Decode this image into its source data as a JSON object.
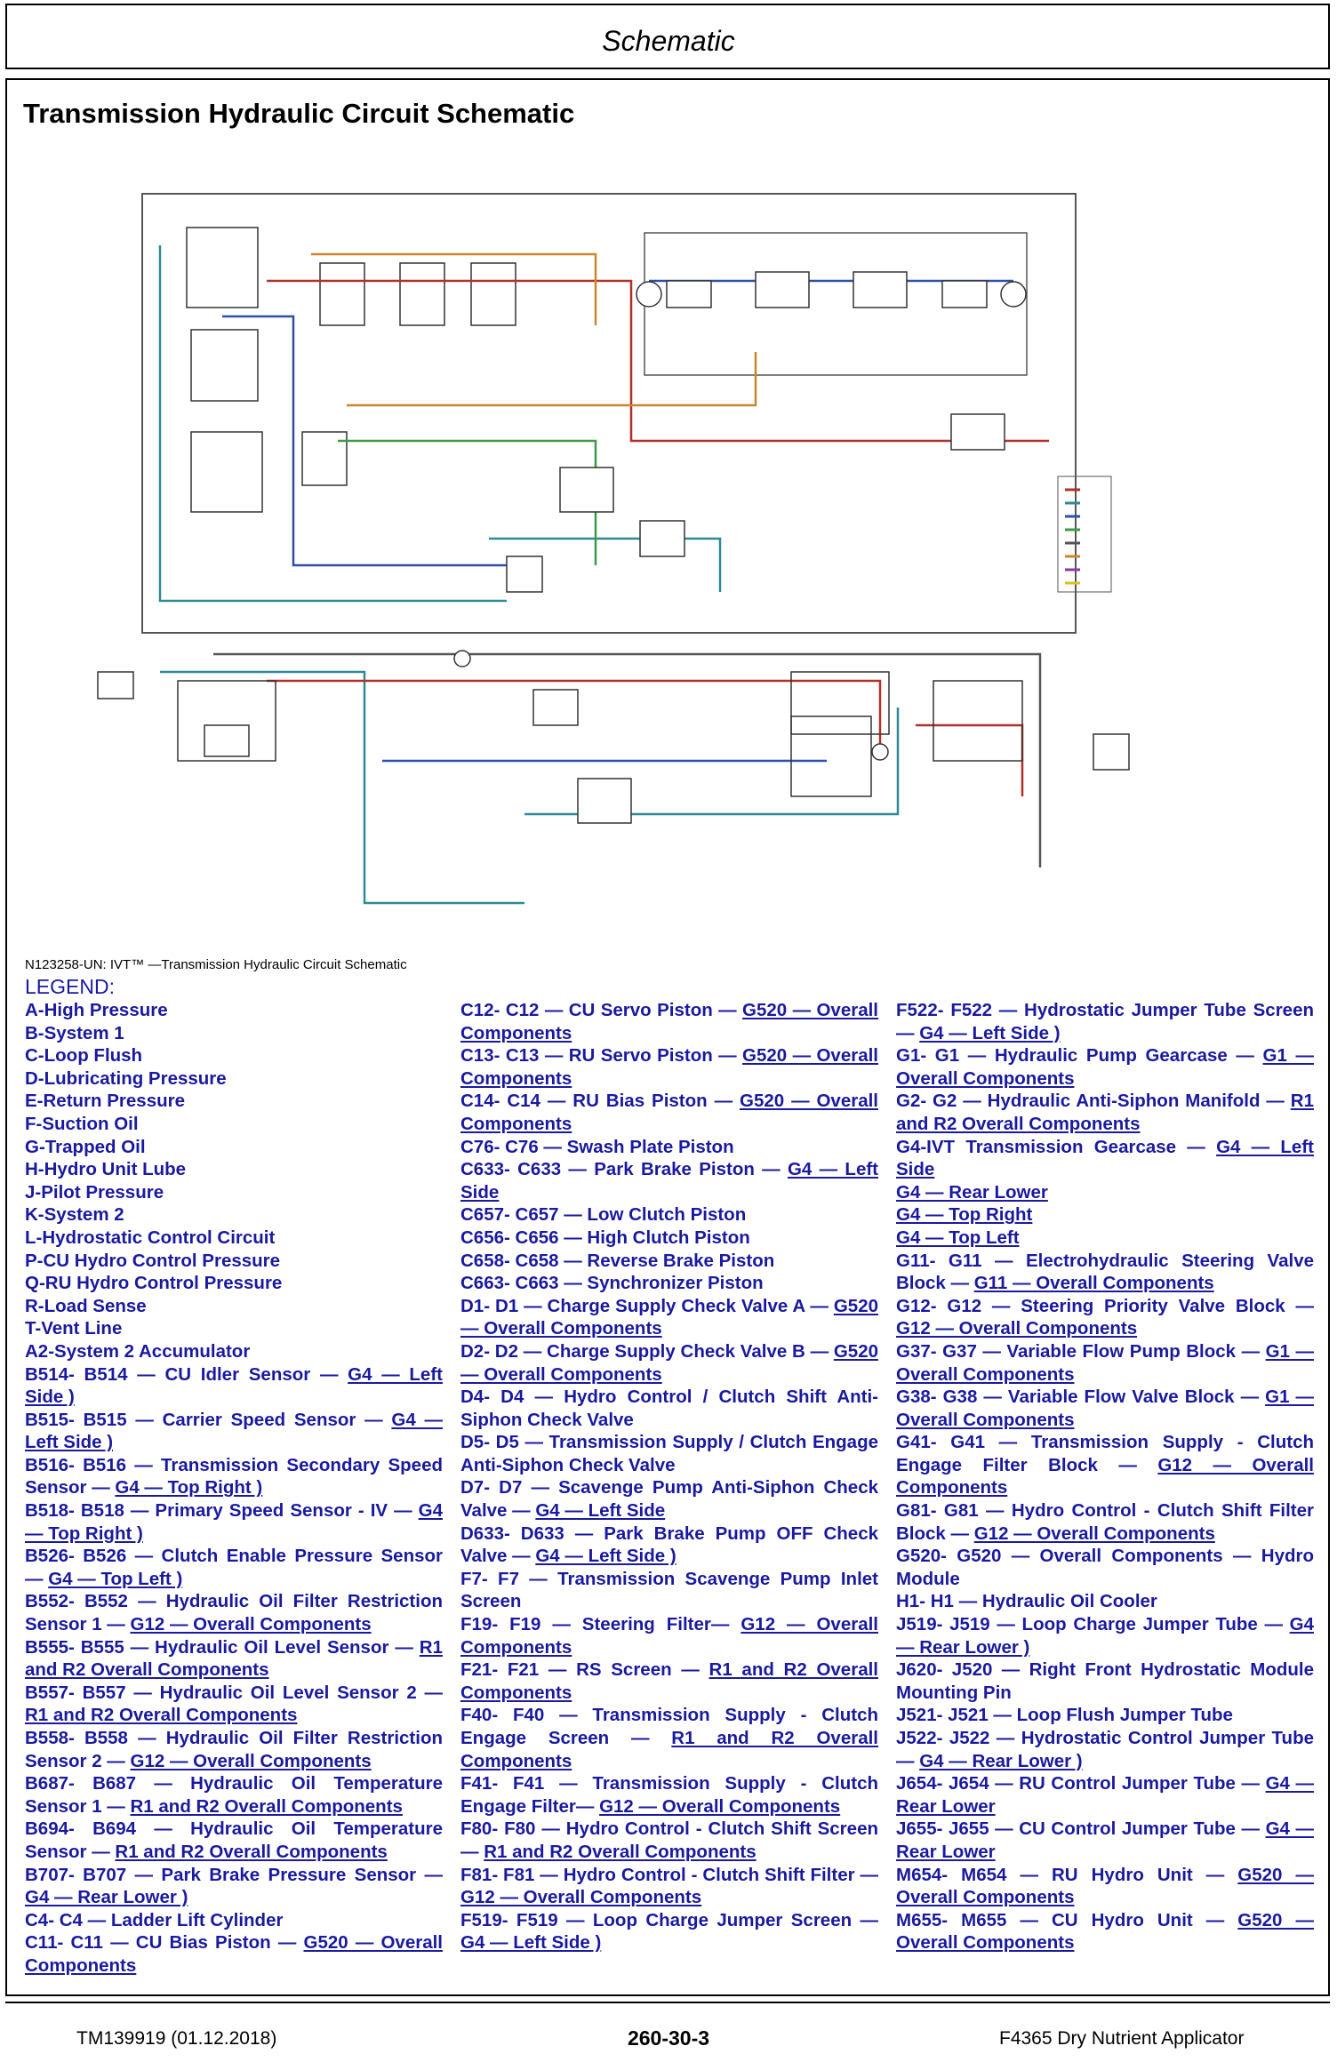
{
  "header": {
    "section": "Schematic"
  },
  "title": "Transmission Hydraulic Circuit Schematic",
  "figure": {
    "caption": "N123258-UN: IVT™ —Transmission Hydraulic Circuit Schematic"
  },
  "colors": {
    "legend_text": "#1a1aa0",
    "pressure_red": "#b0302a",
    "system_teal": "#2e8a96",
    "pilot_orange": "#c9862d",
    "loop_blue": "#2d4fa8",
    "lube_green": "#3c9a45",
    "return_gray": "#555555"
  },
  "legend": {
    "heading": "LEGEND:",
    "columns": [
      [
        {
          "text": "A-High Pressure",
          "ref": ""
        },
        {
          "text": "B-System 1",
          "ref": ""
        },
        {
          "text": "C-Loop Flush",
          "ref": ""
        },
        {
          "text": "D-Lubricating Pressure",
          "ref": ""
        },
        {
          "text": "E-Return Pressure",
          "ref": ""
        },
        {
          "text": "F-Suction Oil",
          "ref": ""
        },
        {
          "text": "G-Trapped Oil",
          "ref": ""
        },
        {
          "text": "H-Hydro Unit Lube",
          "ref": ""
        },
        {
          "text": "J-Pilot Pressure",
          "ref": ""
        },
        {
          "text": "K-System 2",
          "ref": ""
        },
        {
          "text": "L-Hydrostatic Control Circuit",
          "ref": ""
        },
        {
          "text": "P-CU Hydro Control Pressure",
          "ref": ""
        },
        {
          "text": "Q-RU Hydro Control Pressure",
          "ref": ""
        },
        {
          "text": "R-Load Sense",
          "ref": ""
        },
        {
          "text": "T-Vent Line",
          "ref": ""
        },
        {
          "text": "A2-System 2 Accumulator",
          "ref": ""
        },
        {
          "text": "B514- B514 — CU Idler Sensor — ",
          "ref": "G4 — Left Side )"
        },
        {
          "text": "B515- B515 — Carrier Speed Sensor — ",
          "ref": "G4 — Left Side )"
        },
        {
          "text": "B516- B516 — Transmission Secondary Speed Sensor — ",
          "ref": "G4 — Top Right )"
        },
        {
          "text": "B518- B518 — Primary Speed Sensor - IV — ",
          "ref": "G4 — Top Right )"
        },
        {
          "text": "B526- B526 — Clutch Enable Pressure Sensor — ",
          "ref": "G4 — Top Left )"
        },
        {
          "text": "B552- B552 — Hydraulic Oil Filter Restriction Sensor 1 — ",
          "ref": "G12 — Overall Components"
        },
        {
          "text": "B555- B555 — Hydraulic Oil Level Sensor — ",
          "ref": "R1 and R2 Overall Components"
        },
        {
          "text": "B557- B557 — Hydraulic Oil Level Sensor 2 — ",
          "ref": "R1 and R2 Overall Components"
        },
        {
          "text": "B558- B558 — Hydraulic Oil Filter Restriction Sensor 2 — ",
          "ref": "G12 — Overall Components"
        },
        {
          "text": "B687- B687 — Hydraulic Oil Temperature Sensor 1 — ",
          "ref": "R1 and R2 Overall Components"
        },
        {
          "text": "B694- B694 — Hydraulic Oil Temperature Sensor — ",
          "ref": "R1 and R2 Overall Components"
        },
        {
          "text": "B707- B707 — Park Brake Pressure Sensor — ",
          "ref": "G4 — Rear Lower )"
        },
        {
          "text": "C4- C4 — Ladder Lift Cylinder",
          "ref": ""
        },
        {
          "text": "C11- C11 — CU Bias Piston — ",
          "ref": "G520 — Overall Components"
        }
      ],
      [
        {
          "text": "C12- C12 — CU Servo Piston — ",
          "ref": "G520 — Overall Components"
        },
        {
          "text": "C13- C13 — RU Servo Piston — ",
          "ref": "G520 — Overall Components"
        },
        {
          "text": "C14- C14 — RU Bias Piston — ",
          "ref": "G520 — Overall Components"
        },
        {
          "text": "C76- C76 — Swash Plate Piston",
          "ref": ""
        },
        {
          "text": "C633- C633 — Park Brake Piston — ",
          "ref": "G4 — Left Side"
        },
        {
          "text": "C657- C657 — Low Clutch Piston",
          "ref": ""
        },
        {
          "text": "C656- C656 — High Clutch Piston",
          "ref": ""
        },
        {
          "text": "C658- C658 — Reverse Brake Piston",
          "ref": ""
        },
        {
          "text": "C663- C663 — Synchronizer Piston",
          "ref": ""
        },
        {
          "text": "D1- D1 — Charge Supply Check Valve A — ",
          "ref": "G520 — Overall Components"
        },
        {
          "text": "D2- D2 — Charge Supply Check Valve B — ",
          "ref": "G520 — Overall Components"
        },
        {
          "text": "D4- D4 — Hydro Control / Clutch Shift Anti-Siphon Check Valve",
          "ref": ""
        },
        {
          "text": "D5- D5 — Transmission Supply / Clutch Engage Anti-Siphon Check Valve",
          "ref": ""
        },
        {
          "text": "D7- D7 — Scavenge Pump Anti-Siphon Check Valve — ",
          "ref": "G4 — Left Side"
        },
        {
          "text": "D633- D633 — Park Brake Pump OFF Check Valve — ",
          "ref": "G4 — Left Side )"
        },
        {
          "text": "F7- F7 — Transmission Scavenge Pump Inlet Screen",
          "ref": ""
        },
        {
          "text": "F19- F19 — Steering Filter— ",
          "ref": "G12 — Overall Components"
        },
        {
          "text": "F21- F21 — RS Screen — ",
          "ref": "R1 and R2 Overall Components"
        },
        {
          "text": "F40- F40 — Transmission Supply - Clutch Engage Screen — ",
          "ref": "R1 and R2 Overall Components"
        },
        {
          "text": "F41- F41 — Transmission Supply - Clutch Engage Filter— ",
          "ref": "G12 — Overall Components"
        },
        {
          "text": "F80- F80 — Hydro Control - Clutch Shift Screen — ",
          "ref": "R1 and R2 Overall Components"
        },
        {
          "text": "F81- F81 — Hydro Control - Clutch Shift Filter — ",
          "ref": "G12 — Overall Components"
        },
        {
          "text": "F519- F519 — Loop Charge Jumper Screen — ",
          "ref": "G4 — Left Side )"
        }
      ],
      [
        {
          "text": "F522- F522 — Hydrostatic Jumper Tube Screen — ",
          "ref": "G4 — Left Side )"
        },
        {
          "text": "G1- G1 — Hydraulic Pump Gearcase — ",
          "ref": "G1 — Overall Components"
        },
        {
          "text": "G2- G2 — Hydraulic Anti-Siphon Manifold — ",
          "ref": "R1 and R2 Overall Components"
        },
        {
          "text": "G4-IVT Transmission Gearcase — ",
          "ref": "G4 — Left Side"
        },
        {
          "text": "",
          "ref": "G4 — Rear Lower"
        },
        {
          "text": "",
          "ref": "G4 — Top Right"
        },
        {
          "text": "",
          "ref": "G4 — Top Left"
        },
        {
          "text": "G11- G11 — Electrohydraulic Steering Valve Block — ",
          "ref": "G11 — Overall Components"
        },
        {
          "text": "G12- G12 — Steering Priority Valve Block — ",
          "ref": "G12 — Overall Components"
        },
        {
          "text": "G37- G37 — Variable Flow Pump Block — ",
          "ref": "G1 — Overall Components"
        },
        {
          "text": "G38- G38 — Variable Flow Valve Block — ",
          "ref": "G1 — Overall Components"
        },
        {
          "text": "G41- G41 — Transmission Supply - Clutch Engage Filter Block — ",
          "ref": "G12 — Overall Components"
        },
        {
          "text": "G81- G81 — Hydro Control - Clutch Shift Filter Block — ",
          "ref": "G12 — Overall Components"
        },
        {
          "text": "G520- G520 — Overall Components — Hydro Module",
          "ref": ""
        },
        {
          "text": "H1- H1 — Hydraulic Oil Cooler",
          "ref": ""
        },
        {
          "text": "J519- J519 — Loop Charge Jumper Tube — ",
          "ref": "G4 — Rear Lower )"
        },
        {
          "text": "J620- J520 — Right Front Hydrostatic Module Mounting Pin",
          "ref": ""
        },
        {
          "text": "J521- J521 — Loop Flush Jumper Tube",
          "ref": ""
        },
        {
          "text": "J522- J522 — Hydrostatic Control Jumper Tube — ",
          "ref": "G4 — Rear Lower )"
        },
        {
          "text": "J654- J654 — RU Control Jumper Tube — ",
          "ref": "G4 — Rear Lower"
        },
        {
          "text": "J655- J655 — CU Control Jumper Tube — ",
          "ref": "G4 — Rear Lower"
        },
        {
          "text": "M654- M654 — RU Hydro Unit — ",
          "ref": "G520 — Overall Components"
        },
        {
          "text": "M655- M655 — CU Hydro Unit — ",
          "ref": "G520 — Overall Components"
        }
      ]
    ]
  },
  "footer": {
    "doc_id": "TM139919 (01.12.2018)",
    "page": "260-30-3",
    "product": "F4365 Dry Nutrient Applicator"
  }
}
